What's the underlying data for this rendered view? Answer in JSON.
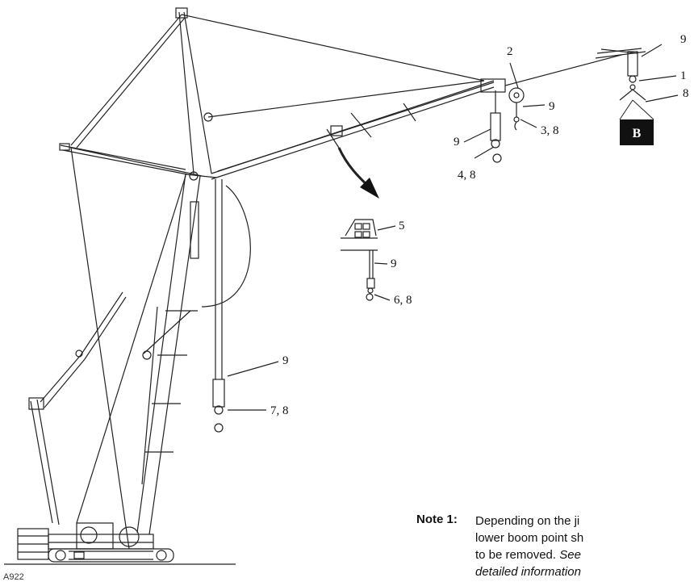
{
  "callouts": {
    "c1": "1",
    "c2": "2",
    "c9a": "9",
    "c9b": "9",
    "c9c": "9",
    "c9d": "9",
    "c9e": "9",
    "c38": "3, 8",
    "c48": "4, 8",
    "c5": "5",
    "c68": "6, 8",
    "c78": "7, 8",
    "c8": "8"
  },
  "load_box": {
    "label": "B"
  },
  "note": {
    "label": "Note 1:",
    "line1": "Depending on the ji",
    "line2": "lower boom point sh",
    "line3_plain": "to be removed. ",
    "line3_italic": "See",
    "line4_italic": "detailed information"
  },
  "figure_id": "A922",
  "colors": {
    "ink": "#111111",
    "box": "#111111",
    "box_text": "#ffffff"
  }
}
